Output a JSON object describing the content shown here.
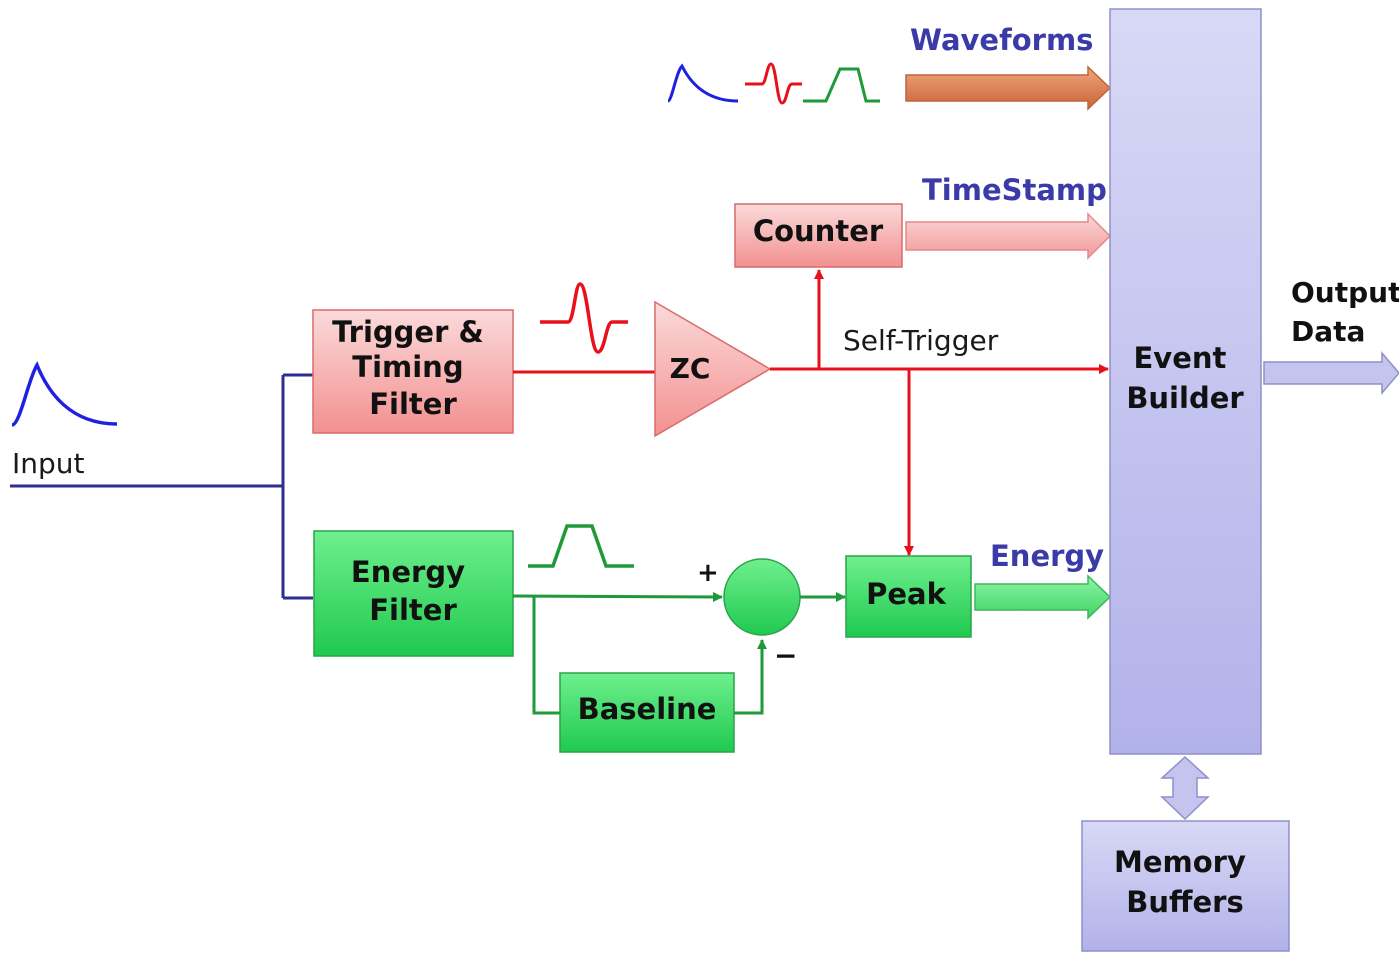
{
  "blocks": {
    "trigger_filter": [
      "Trigger &",
      "Timing",
      "Filter"
    ],
    "energy_filter": [
      "Energy",
      "Filter"
    ],
    "zc": "ZC",
    "counter": "Counter",
    "peak": "Peak",
    "baseline": "Baseline",
    "event_builder": [
      "Event",
      "Builder"
    ],
    "memory_buffers": [
      "Memory",
      "Buffers"
    ]
  },
  "labels": {
    "input": "Input",
    "waveforms": "Waveforms",
    "timestamp": "TimeStamp",
    "self_trigger": "Self-Trigger",
    "energy": "Energy",
    "output_data": [
      "Output",
      "Data"
    ],
    "plus": "+",
    "minus": "−"
  },
  "colors": {
    "input_line": "#2b2f8f",
    "trigger_red": "#e8101a",
    "energy_green": "#1e9a3a",
    "label_blue": "#3a3aa8",
    "waveform_orange": "#d9784a",
    "event_builder_fill": "#b8b8ea",
    "pulse_blue": "#2020e0"
  }
}
